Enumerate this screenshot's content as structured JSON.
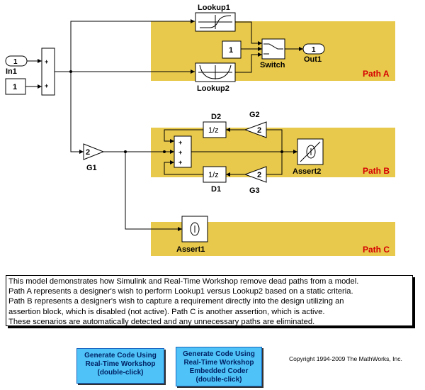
{
  "diagram": {
    "blocks": {
      "lookup1": "Lookup1",
      "lookup2": "Lookup2",
      "switch": "Switch",
      "out1": "Out1",
      "out1_port": "1",
      "in1": "In1",
      "in1_port": "1",
      "const_in": "1",
      "const_switch": "1",
      "d2": "D2",
      "d1": "D1",
      "delay_d2": "1/z",
      "delay_d1": "1/z",
      "g2": "G2",
      "g3": "G3",
      "g1": "G1",
      "gain_g1": "2",
      "gain_g2": "2",
      "gain_g3": "2",
      "assert2": "Assert2",
      "assert1": "Assert1"
    },
    "paths": {
      "a": "Path A",
      "b": "Path B",
      "c": "Path C"
    },
    "colors": {
      "path_region": "#e8c94c",
      "path_label": "#d40000"
    }
  },
  "description": {
    "lines": [
      "This model demonstrates how Simulink and Real-Time Workshop remove dead paths from a model.",
      "Path A represents a designer's wish to perform Lookup1 versus Lookup2 based on a static criteria.",
      "Path B represents a designer's wish to capture a requirement directly into the design utilizing an",
      "assertion block, which is disabled (not active).  Path C is another  assertion, which is active.",
      "These scenarios are automatically detected and any unnecessary paths are eliminated."
    ]
  },
  "buttons": {
    "generate_rtw": [
      "Generate Code Using",
      "Real-Time Workshop",
      "(double-click)"
    ],
    "generate_ec": [
      "Generate Code Using",
      "Real-Time Workshop",
      "Embedded Coder",
      "(double-click)"
    ]
  },
  "copyright": "Copyright 1994-2009 The MathWorks, Inc."
}
